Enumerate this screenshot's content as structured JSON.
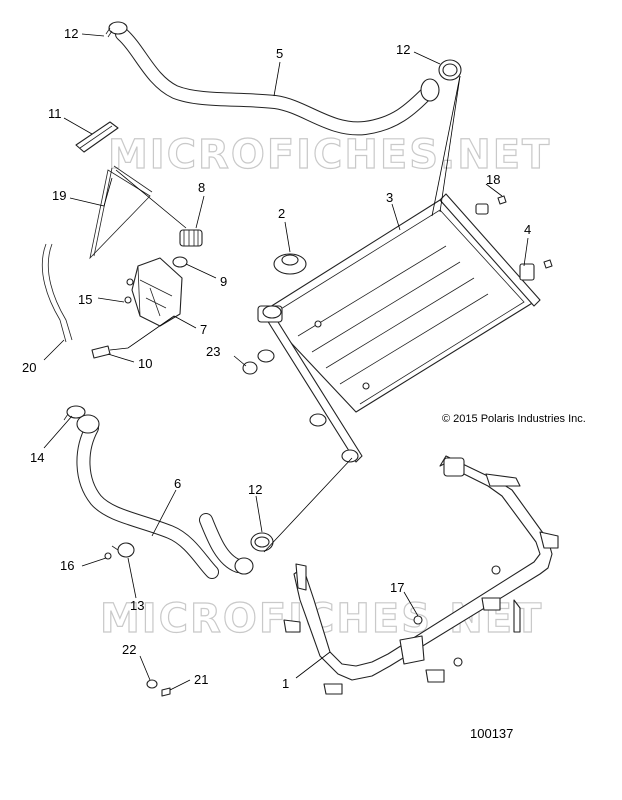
{
  "watermark_text": "MICROFICHES.NET",
  "copyright": "© 2015 Polaris Industries Inc.",
  "diagram_id": "100137",
  "callouts": {
    "c12a": "12",
    "c5": "5",
    "c12b": "12",
    "c11": "11",
    "c19": "19",
    "c8": "8",
    "c18": "18",
    "c3": "3",
    "c2": "2",
    "c4": "4",
    "c9": "9",
    "c15": "15",
    "c7": "7",
    "c20": "20",
    "c10": "10",
    "c23": "23",
    "c14": "14",
    "c6": "6",
    "c12c": "12",
    "c16": "16",
    "c13": "13",
    "c17": "17",
    "c22": "22",
    "c21": "21",
    "c1": "1"
  }
}
